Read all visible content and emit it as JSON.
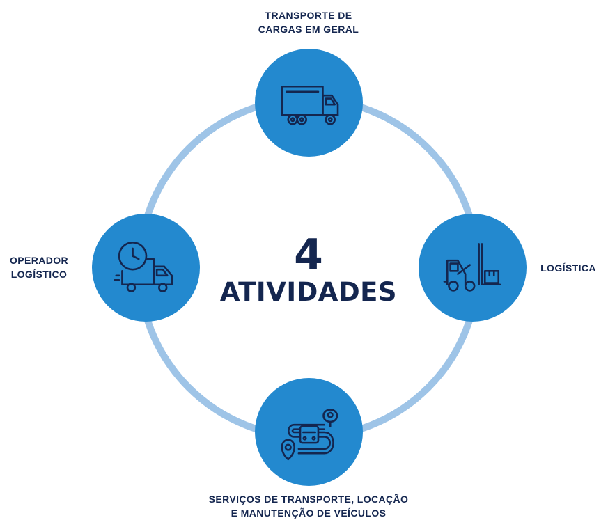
{
  "colors": {
    "ring": "#9ec4e7",
    "node": "#2389cf",
    "icon_stroke": "#14264f",
    "text": "#14264f"
  },
  "center": {
    "number": "4",
    "word": "ATIVIDADES"
  },
  "nodes": [
    {
      "id": "top",
      "icon": "truck-icon",
      "label_lines": [
        "TRANSPORTE DE",
        "CARGAS EM GERAL"
      ]
    },
    {
      "id": "right",
      "icon": "forklift-icon",
      "label_lines": [
        "LOGÍSTICA"
      ]
    },
    {
      "id": "bottom",
      "icon": "route-icon",
      "label_lines": [
        "SERVIÇOS DE TRANSPORTE, LOCAÇÃO",
        "E MANUTENÇÃO DE VEÍCULOS"
      ]
    },
    {
      "id": "left",
      "icon": "delivery-clock-icon",
      "label_lines": [
        "OPERADOR",
        "LOGÍSTICO"
      ]
    }
  ]
}
